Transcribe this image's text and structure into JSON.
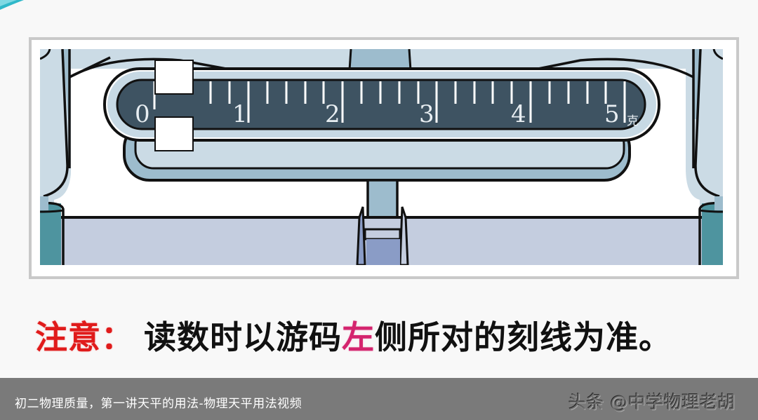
{
  "figure": {
    "description": "Balance beam scale (天平) sliding-weight ruler with rider",
    "scale_labels": [
      "0",
      "1",
      "2",
      "3",
      "4",
      "5"
    ],
    "unit_label": "克",
    "minor_divisions_per_unit": 5,
    "colors": {
      "ruler_bg": "#3e5362",
      "outer_beam": "#c7d9e4",
      "body_light": "#cbdbe5",
      "post_blue": "#9dbccd",
      "teal": "#4e949f",
      "base_lavender": "#c4cddf",
      "pointer_dark": "#8a9cc6",
      "rider": "#ffffff"
    }
  },
  "note": {
    "label": "注意：",
    "text_before": "读数时以游码",
    "highlight": "左",
    "text_after": "侧所对的刻线为准。",
    "colors": {
      "label": "#e01b1b",
      "highlight": "#d4246e",
      "body": "#111111"
    }
  },
  "caption": {
    "title": "初二物理质量，第一讲天平的用法-物理天平用法视频",
    "watermark": "头条 @中学物理老胡"
  }
}
